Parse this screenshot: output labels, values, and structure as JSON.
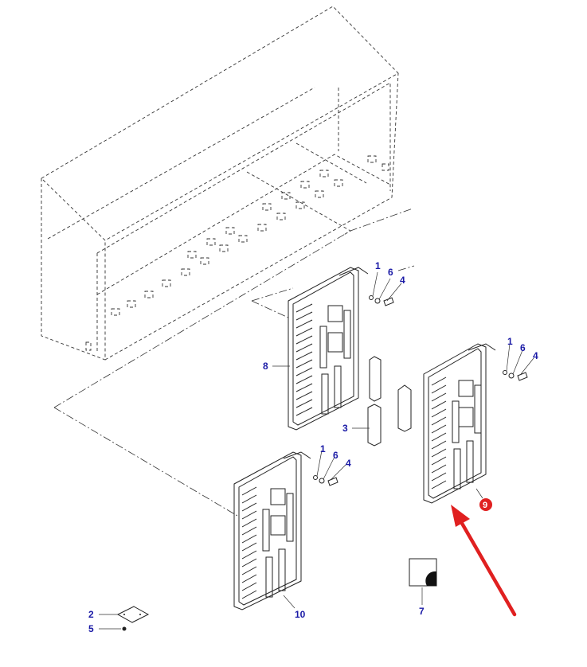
{
  "diagram": {
    "callouts": {
      "p1_a": "1",
      "p6_a": "6",
      "p4_a": "4",
      "p1_b": "1",
      "p6_b": "6",
      "p4_b": "4",
      "p1_c": "1",
      "p6_c": "6",
      "p4_c": "4",
      "p8": "8",
      "p3": "3",
      "p9": "9",
      "p10": "10",
      "p2": "2",
      "p5": "5",
      "p7": "7"
    },
    "colors": {
      "callout_text": "#1a1aa6",
      "highlight_marker": "#e02020",
      "arrow": "#e02020"
    },
    "highlighted_part": "9"
  }
}
